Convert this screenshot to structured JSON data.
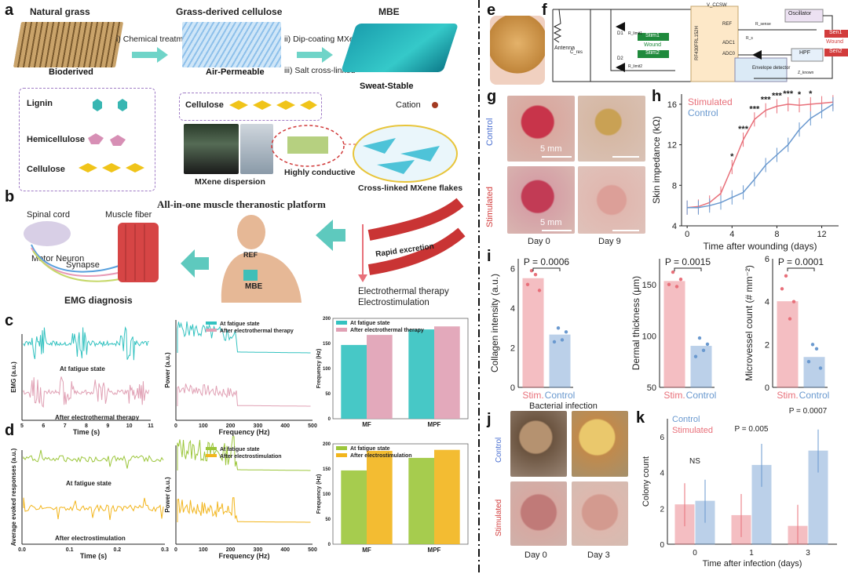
{
  "colors": {
    "teal": "#33c2c0",
    "pink": "#e0a0b4",
    "green": "#9cc63b",
    "orange": "#f2b51c",
    "red": "#e8707a",
    "blue": "#6a99cf"
  },
  "panel_a": {
    "letter": "a",
    "natural_grass": "Natural grass",
    "grass_cellulose": "Grass-derived cellulose",
    "mbe": "MBE",
    "step1": "i) Chemical treatment",
    "step2": "ii) Dip-coating MXene",
    "step3": "iii) Salt cross-linked",
    "bioderived": "Bioderived",
    "air_permeable": "Air-Permeable",
    "sweat_stable": "Sweat-Stable",
    "cation": "Cation",
    "lignin": "Lignin",
    "hemicellulose": "Hemicellulose",
    "cellulose": "Cellulose",
    "cellulose2": "Cellulose",
    "mxene_dispersion": "MXene dispersion",
    "highly_conductive": "Highly conductive",
    "crosslinked": "Cross-linked MXene flakes"
  },
  "panel_b": {
    "letter": "b",
    "title": "All-in-one muscle theranostic platform",
    "spinal": "Spinal cord",
    "muscle": "Muscle fiber",
    "motor": "Motor Neuron",
    "synapse": "Synapse",
    "emg": "EMG diagnosis",
    "ref": "REF",
    "mbe": "MBE",
    "rapid": "Rapid excretion",
    "therapy1": "Electrothermal therapy",
    "therapy2": "Electrostimulation"
  },
  "panel_c": {
    "letter": "c",
    "ylabel1": "EMG (a.u.)",
    "xlabel1": "Time (s)",
    "xticks1": [
      "5",
      "6",
      "7",
      "8",
      "9",
      "10",
      "11"
    ],
    "trace_top": "At fatigue state",
    "trace_bottom": "After electrothermal therapy",
    "ylabel2": "Power (a.u.)",
    "xlabel2": "Frequency (Hz)",
    "xticks2": [
      "0",
      "100",
      "200",
      "300",
      "400",
      "500"
    ],
    "legend": [
      "At fatigue state",
      "After electrothermal therapy"
    ],
    "ylabel3": "Frequency (Hz)",
    "yticks3": [
      "0",
      "50",
      "100",
      "150",
      "200"
    ],
    "categories": [
      "MF",
      "MPF"
    ]
  },
  "panel_d": {
    "letter": "d",
    "ylabel1": "Average evoked responses (a.u.)",
    "xlabel1": "Time (s)",
    "xticks1": [
      "0.0",
      "0.1",
      "0.2",
      "0.3"
    ],
    "trace_top": "At fatigue state",
    "trace_bottom": "After electrostimulation",
    "ylabel2": "Power (a.u.)",
    "xlabel2": "Frequency (Hz)",
    "xticks2": [
      "0",
      "100",
      "200",
      "300",
      "400",
      "500"
    ],
    "legend": [
      "At fatigue state",
      "After electrostimulation"
    ],
    "ylabel3": "Frequency (Hz)",
    "yticks3": [
      "0",
      "50",
      "100",
      "150",
      "200"
    ],
    "categories": [
      "MF",
      "MPF"
    ]
  },
  "panel_e": {
    "letter": "e"
  },
  "panel_f": {
    "letter": "f",
    "antenna": "Antenna",
    "cres": "C_res",
    "d1": "D1",
    "d2": "D2",
    "rlimit1": "R_limit1",
    "rlimit2": "R_limit2",
    "stim1": "Stim1",
    "wound": "Wound",
    "stim2": "Stim2",
    "chip": "RF430FRL152H",
    "vccsw": "V_CCSW",
    "ref": "REF",
    "adc1": "ADC1",
    "adc0": "ADC0",
    "rsense": "R_sense",
    "rs": "R_s",
    "oscillator": "Oscillator",
    "hpf": "HPF",
    "envelope": "Envelope detector",
    "zknown": "Z_known",
    "sen1": "Sen1",
    "wound2": "Wound",
    "sen2": "Sen2"
  },
  "panel_g": {
    "letter": "g",
    "row1": "Control",
    "row2": "Stimulated",
    "scale1": "5 mm",
    "scale2": "5 mm",
    "day0": "Day 0",
    "day9": "Day 9"
  },
  "panel_h": {
    "letter": "h",
    "ylabel": "Skin impedance (kΩ)",
    "xlabel": "Time after wounding (days)",
    "legend": [
      "Stimulated",
      "Control"
    ],
    "yticks": [
      "4",
      "8",
      "12",
      "16"
    ],
    "xticks": [
      "0",
      "4",
      "8",
      "12"
    ],
    "stars": [
      "*",
      "***",
      "***",
      "***",
      "***",
      "***",
      "*",
      "*"
    ]
  },
  "panel_i": {
    "letter": "i",
    "p1": "P = 0.0006",
    "p2": "P = 0.0015",
    "p3": "P = 0.0001",
    "y1": "Collagen intensity (a.u.)",
    "y2": "Dermal thickness (μm)",
    "y3": "Microvessel count (# mm⁻²)",
    "cats": [
      "Stim.",
      "Control"
    ],
    "footnote": "Bacterial infection"
  },
  "panel_j": {
    "letter": "j",
    "row1": "Control",
    "row2": "Stimulated",
    "day0": "Day 0",
    "day3": "Day 3"
  },
  "panel_k": {
    "letter": "k",
    "legend": [
      "Control",
      "Stimulated"
    ],
    "ns": "NS",
    "p1": "P = 0.005",
    "p2": "P = 0.0007",
    "ylabel": "Colony count",
    "xlabel": "Time after infection (days)",
    "yticks": [
      "0",
      "2",
      "4",
      "6"
    ],
    "xticks": [
      "0",
      "1",
      "3"
    ]
  },
  "chart_data": [
    {
      "type": "bar",
      "name": "c-frequency",
      "categories": [
        "MF",
        "MPF"
      ],
      "series": [
        {
          "name": "At fatigue state",
          "values": [
            147,
            178
          ]
        },
        {
          "name": "After electrothermal therapy",
          "values": [
            167,
            184
          ]
        }
      ],
      "ylim": [
        0,
        200
      ]
    },
    {
      "type": "bar",
      "name": "d-frequency",
      "categories": [
        "MF",
        "MPF"
      ],
      "series": [
        {
          "name": "At fatigue state",
          "values": [
            147,
            172
          ]
        },
        {
          "name": "After electrostimulation",
          "values": [
            186,
            188
          ]
        }
      ],
      "ylim": [
        0,
        200
      ]
    },
    {
      "type": "line",
      "name": "h-skin-impedance",
      "x": [
        0,
        1,
        2,
        3,
        4,
        5,
        6,
        7,
        8,
        9,
        10,
        11,
        12,
        13
      ],
      "series": [
        {
          "name": "Stimulated",
          "values": [
            5.8,
            5.9,
            6.3,
            7.2,
            9.8,
            12.5,
            14.5,
            15.4,
            15.8,
            16.0,
            15.9,
            16.0,
            16.1,
            16.2
          ]
        },
        {
          "name": "Control",
          "values": [
            5.8,
            5.8,
            6.0,
            6.3,
            6.8,
            7.3,
            8.6,
            10.0,
            11.0,
            12.0,
            13.5,
            14.6,
            15.3,
            16.0
          ]
        }
      ],
      "ylim": [
        4,
        17
      ],
      "xlim": [
        -0.5,
        13.5
      ]
    },
    {
      "type": "bar",
      "name": "i-collagen",
      "categories": [
        "Stim.",
        "Control"
      ],
      "values": [
        5.5,
        2.65
      ],
      "ylim": [
        0,
        6.5
      ]
    },
    {
      "type": "bar",
      "name": "i-dermal",
      "categories": [
        "Stim.",
        "Control"
      ],
      "values": [
        153,
        90
      ],
      "ylim": [
        50,
        175
      ]
    },
    {
      "type": "bar",
      "name": "i-microvessel",
      "categories": [
        "Stim.",
        "Control"
      ],
      "values": [
        4.0,
        1.4
      ],
      "ylim": [
        0,
        6
      ]
    },
    {
      "type": "bar",
      "name": "k-colony",
      "categories": [
        "0",
        "1",
        "3"
      ],
      "series": [
        {
          "name": "Stimulated",
          "values": [
            2.2,
            1.6,
            1.0
          ]
        },
        {
          "name": "Control",
          "values": [
            2.4,
            4.4,
            5.2
          ]
        }
      ],
      "ylim": [
        0,
        7
      ]
    }
  ]
}
